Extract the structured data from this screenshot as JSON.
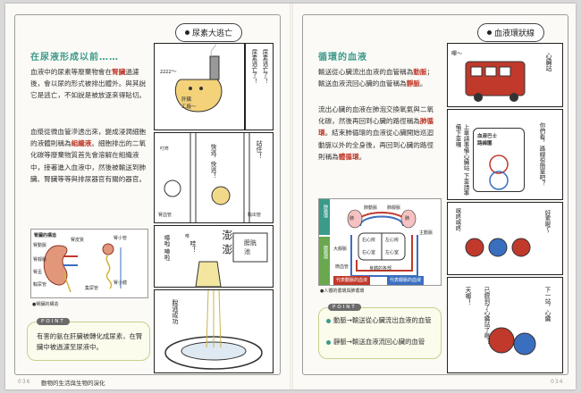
{
  "left": {
    "tag": "尿素大逃亡",
    "heading": "在尿液形成以前……",
    "paragraphs": [
      [
        "血液中的尿素等廢棄物會在",
        "腎臟",
        "過濾後，會以尿的形式被排出體外。與其說它是逃亡，不如說是被放逐來得貼切。"
      ],
      [
        "血漿從微血管滲透出來，變成浸潤細胞的液體則稱為",
        "組織液",
        "。細胞排出的二氧化碳等廢棄物質首先會溶解在組織液中，接著進入血液中，然後被輸送到肺臟、腎臟等等與排尿器官有關的器官。"
      ]
    ],
    "comic": {
      "zzz": "zzzz～",
      "belly": "肝臟\n工廠～",
      "speech1": "尿素逃亡了！",
      "speech2": "尿素逃亡了！",
      "fast": "快逃，快逃！",
      "stop": "站住！",
      "vessel1": "腎血管",
      "vessel2": "輸出管",
      "lit": "叮咚",
      "sound": "嘩啦\n嘩啦",
      "phew": "咻",
      "chi": "哇！",
      "urine_label": "膀胱\n池",
      "bubble_fx": "澎\n澎",
      "escape": "脫逃成功"
    },
    "diagram": {
      "title": "腎臟的構造",
      "labels": [
        "腎動脈",
        "腎靜脈",
        "腎盂",
        "輸尿管",
        "腎皮質",
        "腎小管",
        "腎小體",
        "集尿管"
      ],
      "caption": "腎臟的構造"
    },
    "point_label": "POINT",
    "point_text": "有害的氨在肝臟被轉化成尿素，在腎臟中被過濾至尿液中。",
    "page_number": "036",
    "book_title": "動物的生活與生物的演化"
  },
  "right": {
    "tag": "血液環狀線",
    "heading": "循環的血液",
    "paragraphs": [
      [
        "輸送從心臟流出血液的血管稱為",
        "動脈",
        "；輸送血液流回心臟的血管稱為",
        "靜脈",
        "。"
      ],
      [
        "流出心臟的血液在肺泡交換氧氣與二氧化碳，然後再回到心臟的路徑稱為",
        "肺循環",
        "。結束肺循環的血液從心臟開始巡迴動脈以外的全身後，再回到心臟的路徑則稱為",
        "體循環",
        "。"
      ]
    ],
    "diagram": {
      "labels": [
        "肺",
        "肺動脈",
        "肺靜脈",
        "肺",
        "主動脈",
        "右心房",
        "左心房",
        "右心室",
        "左心室",
        "大靜脈",
        "微血管",
        "身體的各部",
        "肺循環",
        "體循環"
      ],
      "legend_artery": "代表動脈的血液",
      "legend_vein": "代表靜脈的血液",
      "caption": "人體的循環與肺循環"
    },
    "comic": {
      "bus_fx": "嗶～",
      "heart_stop": "心臟站",
      "bus_sign": "血液巴士\n路線圖",
      "up_down": "上車請準備心臟站\n下車請準備下車囉",
      "try": "你們看，路線很簡單吧？",
      "shake": "喀咚喀咚",
      "tired": "好累喔～",
      "arrive": "已經到了心臟站了嗎？",
      "next": "下一站，心臟",
      "heaven": "天哪！"
    },
    "point_label": "POINT",
    "point_items": [
      "動脈→輸送從心臟流出血液的血管",
      "靜脈→輸送血液流回心臟的血管"
    ],
    "page_number": "034"
  }
}
